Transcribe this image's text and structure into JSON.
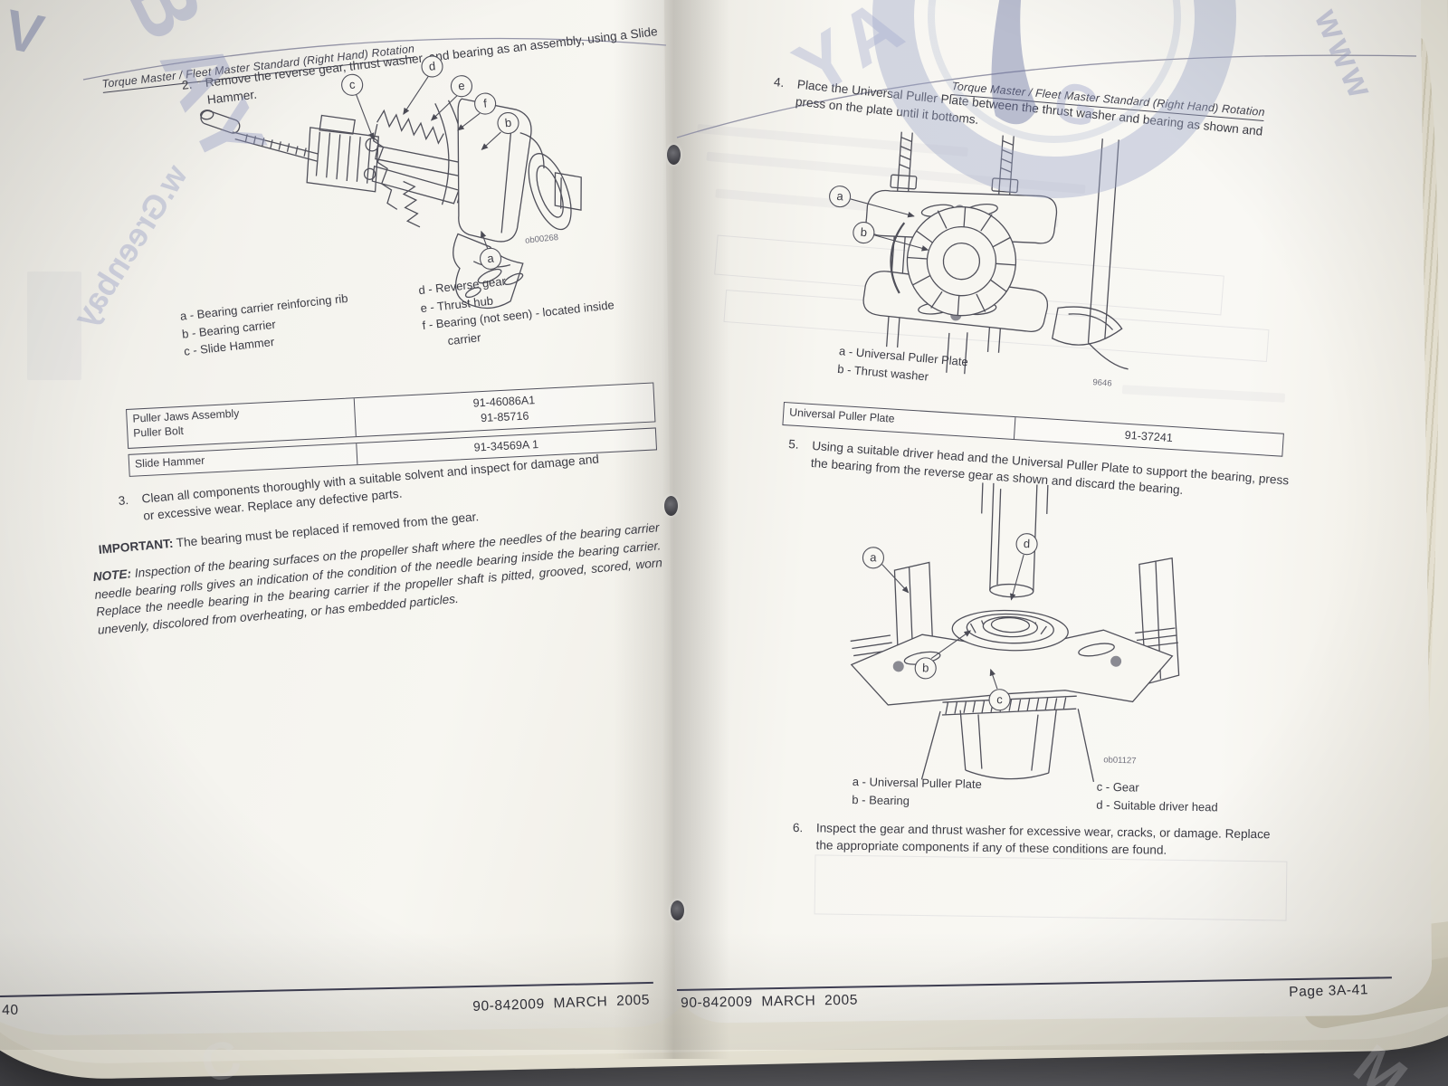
{
  "watermark": {
    "letters_left": "BAY",
    "mirrored_text": "w.Greenbay",
    "letters_center": "YA",
    "letters_right": "www",
    "letter_g": "G",
    "corner_letter": "V",
    "desk_letter_left": "C",
    "desk_letter_right": "M",
    "color": "#9aa3c9"
  },
  "left_page": {
    "header": "Torque Master / Fleet Master Standard (Right Hand) Rotation",
    "step2": {
      "num": "2.",
      "line1": "Remove the reverse gear, thrust washer, and bearing as an assembly, using a Slide",
      "line2": "Hammer."
    },
    "figure1": {
      "code": "ob00268",
      "callouts": [
        "c",
        "d",
        "e",
        "f",
        "b",
        "a"
      ]
    },
    "legend_left": [
      "a - Bearing carrier reinforcing rib",
      "b - Bearing carrier",
      "c - Slide Hammer"
    ],
    "legend_right": [
      "d - Reverse gear",
      "e - Thrust hub",
      "f - Bearing (not seen) - located inside carrier"
    ],
    "table": {
      "row1": {
        "tool_line1": "Puller Jaws Assembly",
        "tool_line2": "Puller Bolt",
        "part_line1": "91-46086A1",
        "part_line2": "91-85716"
      },
      "row2": {
        "tool": "Slide Hammer",
        "part": "91-34569A 1"
      }
    },
    "step3": {
      "num": "3.",
      "line1": "Clean all components thoroughly with a suitable solvent and inspect for damage and",
      "line2": "or excessive wear. Replace any defective parts."
    },
    "important_label": "IMPORTANT:",
    "important_text": " The bearing must be replaced if removed from the gear.",
    "note_label": "NOTE:",
    "note_text": " Inspection of the bearing surfaces on the propeller shaft where the needles of the bearing carrier needle bearing rolls gives an indication of the condition of the needle bearing inside the bearing carrier. Replace the needle bearing in the bearing carrier if the propeller shaft is pitted, grooved, scored, worn unevenly, discolored from overheating, or has embedded particles.",
    "footer": {
      "page": "40",
      "doc": "90-842009  MARCH  2005"
    }
  },
  "right_page": {
    "header": "Torque Master / Fleet Master Standard (Right Hand) Rotation",
    "step4": {
      "num": "4.",
      "line1": "Place the Universal Puller Plate between the thrust washer and bearing as shown and",
      "line2": "press on the plate until it bottoms."
    },
    "figure2": {
      "code": "9646",
      "callouts": [
        "a",
        "b"
      ]
    },
    "legend2": [
      "a - Universal Puller Plate",
      "b - Thrust washer"
    ],
    "table": {
      "row1": {
        "tool": "Universal Puller Plate",
        "part": "91-37241"
      }
    },
    "step5": {
      "num": "5.",
      "line1": "Using a suitable driver head and the Universal Puller Plate to support the bearing, press",
      "line2": "the bearing from the reverse gear as shown and discard the bearing."
    },
    "figure3": {
      "code": "ob01127",
      "callouts": [
        "a",
        "d",
        "b",
        "c"
      ]
    },
    "legend3_left": [
      "a - Universal Puller Plate",
      "b - Bearing"
    ],
    "legend3_right": [
      "c - Gear",
      "d - Suitable driver head"
    ],
    "step6": {
      "num": "6.",
      "line1": "Inspect the gear and thrust washer for excessive wear, cracks, or damage. Replace",
      "line2": "the appropriate components if any of these conditions are found."
    },
    "footer": {
      "doc": "90-842009  MARCH  2005",
      "page": "Page 3A-41"
    }
  }
}
